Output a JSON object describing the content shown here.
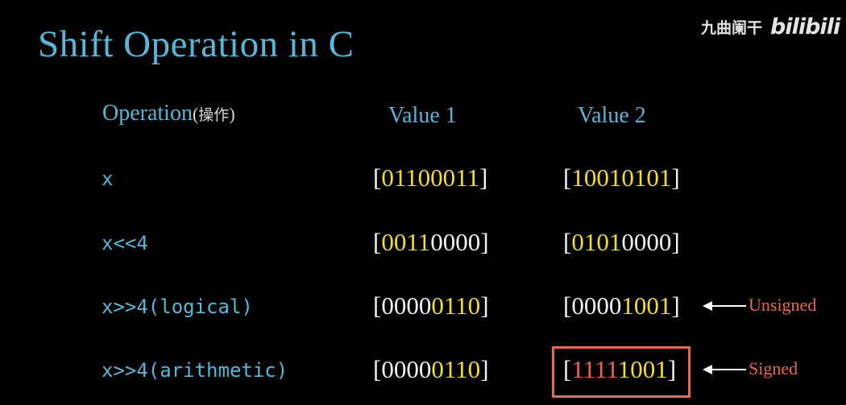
{
  "title": "Shift Operation in C",
  "watermark": {
    "author": "九曲阑干",
    "logo": "bilibili"
  },
  "headers": {
    "operation": "Operation",
    "operation_cn": "操作",
    "value1": "Value 1",
    "value2": "Value 2"
  },
  "rows": [
    {
      "op": "x",
      "v1": [
        {
          "t": "01100011",
          "c": "y"
        }
      ],
      "v2": [
        {
          "t": "10010101",
          "c": "y"
        }
      ]
    },
    {
      "op": "x<<4",
      "v1": [
        {
          "t": "0011",
          "c": "y"
        },
        {
          "t": "0000",
          "c": "w"
        }
      ],
      "v2": [
        {
          "t": "0101",
          "c": "y"
        },
        {
          "t": "0000",
          "c": "w"
        }
      ]
    },
    {
      "op": "x>>4(logical)",
      "v1": [
        {
          "t": "0000",
          "c": "w"
        },
        {
          "t": "0110",
          "c": "y"
        }
      ],
      "v2": [
        {
          "t": "0000",
          "c": "w"
        },
        {
          "t": "1001",
          "c": "y"
        }
      ]
    },
    {
      "op": "x>>4(arithmetic)",
      "v1": [
        {
          "t": "0000",
          "c": "w"
        },
        {
          "t": "0110",
          "c": "y"
        }
      ],
      "v2": [
        {
          "t": "1111",
          "c": "r"
        },
        {
          "t": "1001",
          "c": "y"
        }
      ]
    }
  ],
  "notes": {
    "unsigned": "Unsigned",
    "signed": "Signed"
  },
  "colors": {
    "accent": "#58b7d9",
    "bits_yellow": "#f2de2a",
    "bits_white": "#f2f2f2",
    "highlight_red": "#e8684f",
    "background": "#000000"
  }
}
